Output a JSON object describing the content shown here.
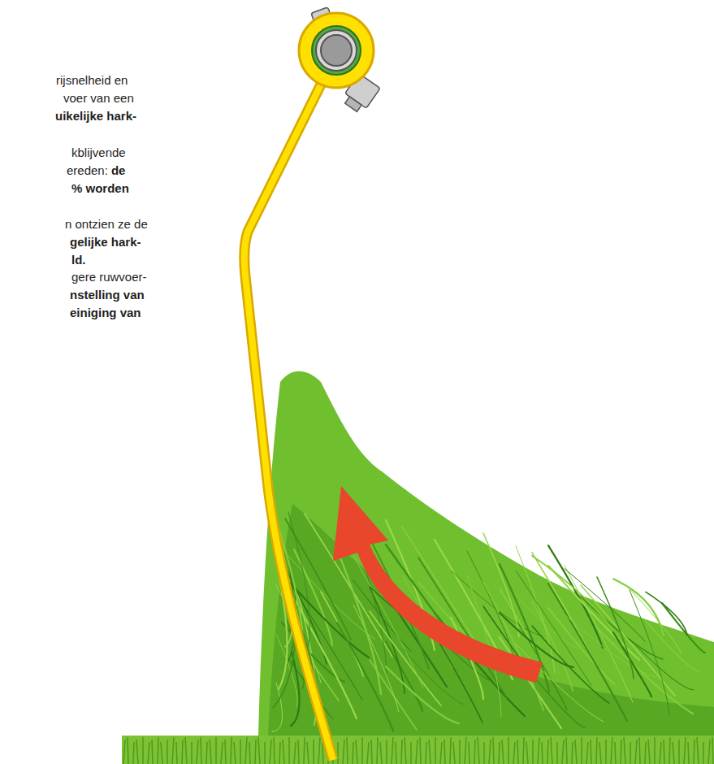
{
  "diagram": {
    "labels": [
      "rijsnelheid en",
      "voer van een",
      "uikelijke hark-",
      "kblijvende",
      "ereden:",
      "de",
      "% worden",
      "n ontzien ze de",
      "gelijke hark-",
      "ld.",
      "gere ruwvoer-",
      "nstelling van",
      "einiging van"
    ]
  }
}
